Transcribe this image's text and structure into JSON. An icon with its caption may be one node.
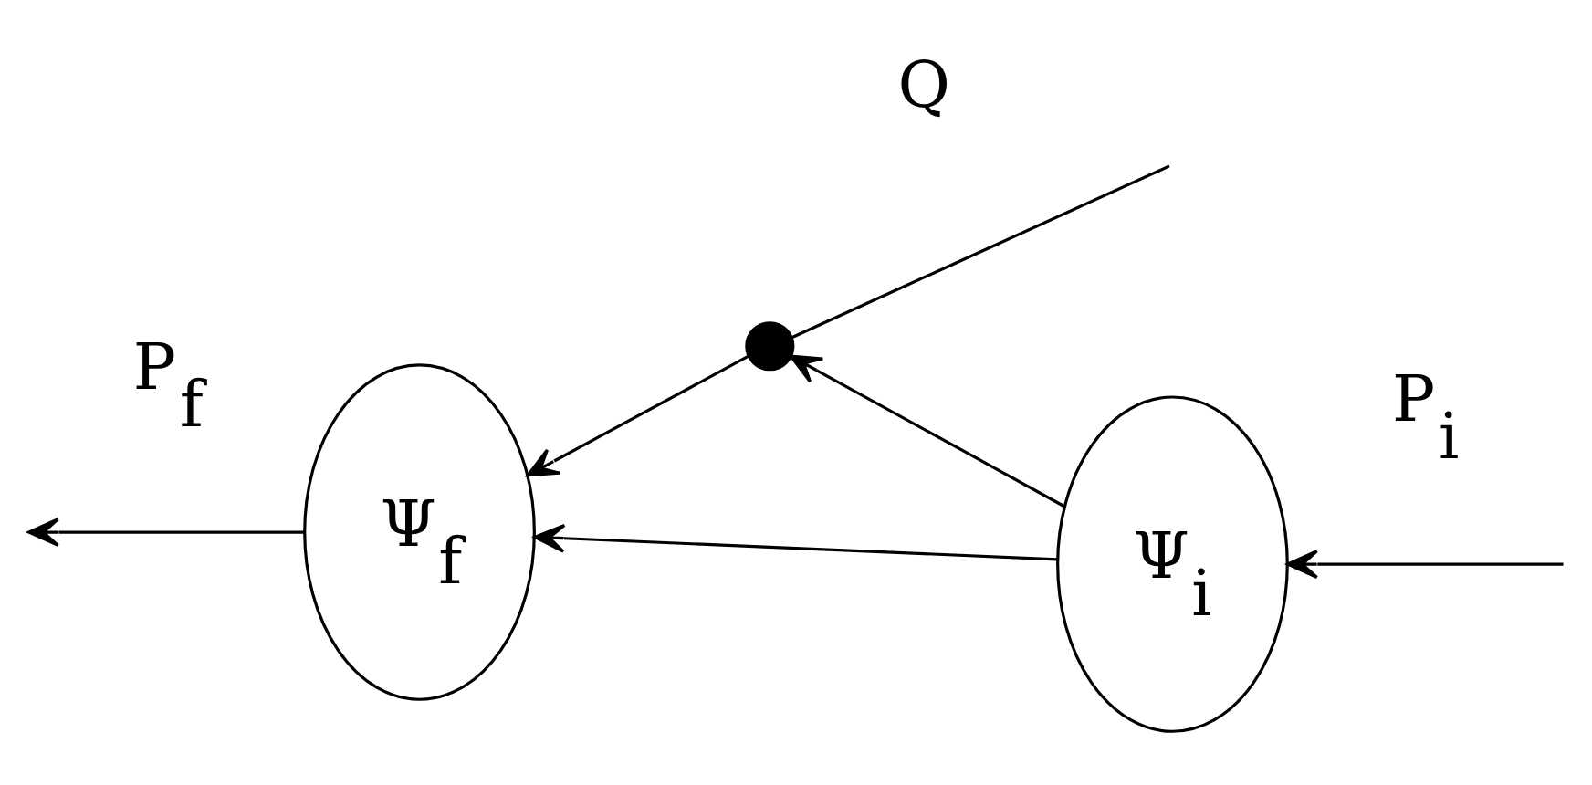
{
  "diagram": {
    "nodes": [
      {
        "text": [
          "Ψ$_{f}$"
        ]
      },
      {
        "text": [
          "Ψ$_{i}$"
        ]
      },
      {
        "text": [],
        "shape": "circle"
      }
    ],
    "edges": [
      {
        "from": null,
        "to": 1,
        "arrow": "to",
        "label": "P$_{i}$"
      },
      {
        "from": 0,
        "to": null,
        "arrow": "to",
        "label": "P$_{f}$"
      },
      {
        "from": 1,
        "to": 0,
        "arrow": "to"
      },
      {
        "from": 1,
        "to": 2,
        "arrow": "to"
      },
      {
        "from": 2,
        "to": 0,
        "arrow": "to"
      },
      {
        "from": null,
        "to": 2,
        "arrow": "none",
        "label": "Q"
      }
    ]
  }
}
